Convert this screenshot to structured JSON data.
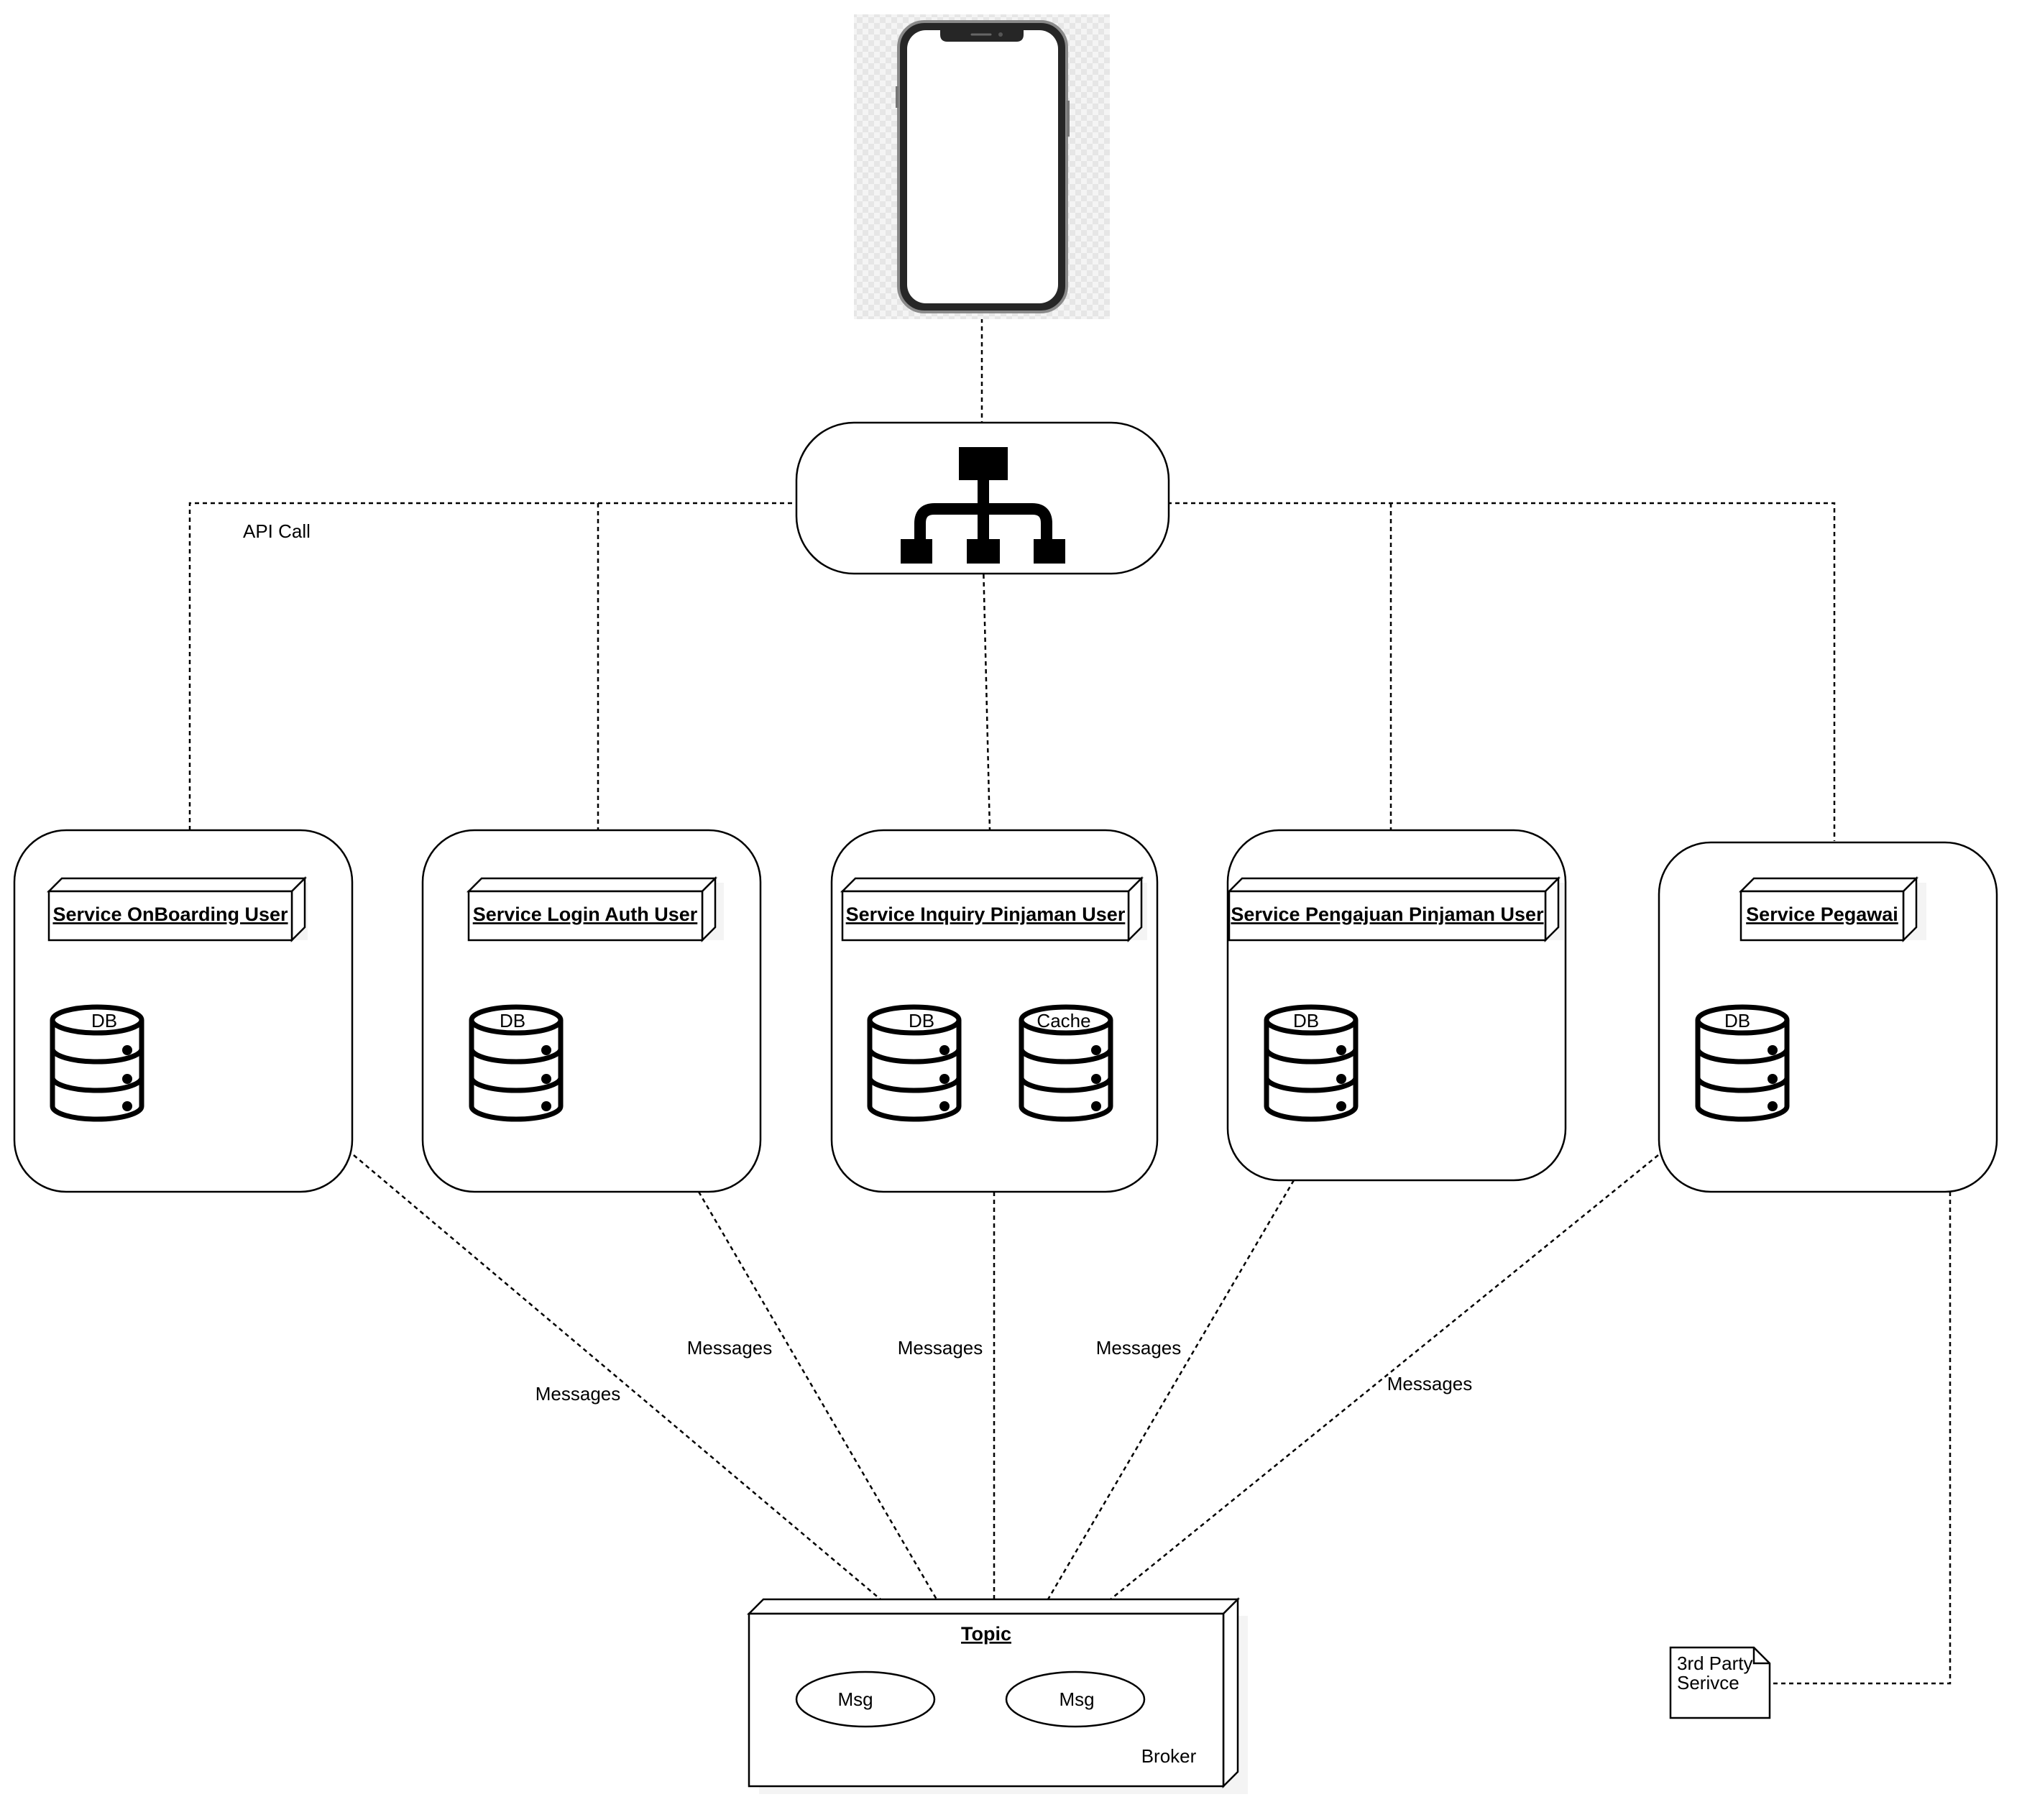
{
  "diagram": {
    "api_label": "API Call",
    "services": [
      {
        "title": "Service OnBoarding User",
        "stores": [
          "DB"
        ]
      },
      {
        "title": "Service Login Auth User",
        "stores": [
          "DB"
        ]
      },
      {
        "title": "Service Inquiry Pinjaman User",
        "stores": [
          "DB",
          "Cache"
        ]
      },
      {
        "title": "Service Pengajuan Pinjaman User",
        "stores": [
          "DB"
        ]
      },
      {
        "title": "Service Pegawai",
        "stores": [
          "DB"
        ]
      }
    ],
    "message_labels": [
      "Messages",
      "Messages",
      "Messages",
      "Messages",
      "Messages"
    ],
    "broker": {
      "topic": "Topic",
      "messages": [
        "Msg",
        "Msg"
      ],
      "label": "Broker"
    },
    "third_party": {
      "line1": "3rd Party",
      "line2": "Serivce"
    },
    "icons": [
      "smartphone-icon",
      "api-gateway-hierarchy-icon",
      "database-icon"
    ]
  }
}
